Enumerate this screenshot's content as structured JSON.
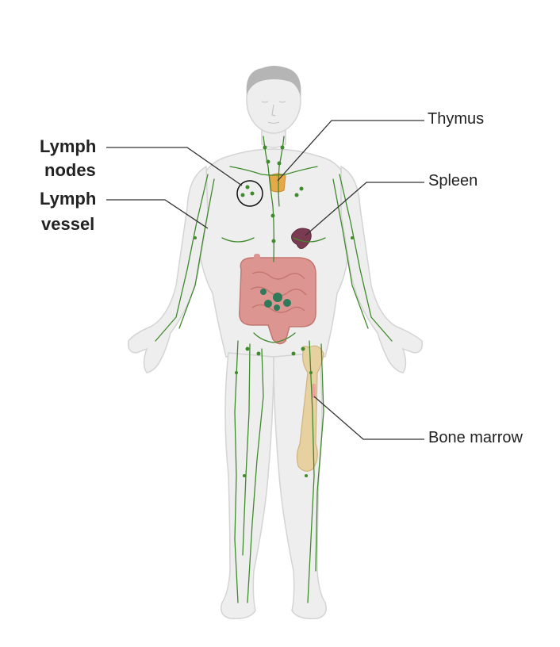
{
  "labels": {
    "lymph_nodes_line1": "Lymph",
    "lymph_nodes_line2": "nodes",
    "lymph_vessel_line1": "Lymph",
    "lymph_vessel_line2": "vessel",
    "thymus": "Thymus",
    "spleen": "Spleen",
    "bone_marrow": "Bone marrow"
  },
  "colors": {
    "body": "#eeeeee",
    "body_outline": "#d0d0d0",
    "hair": "#b5b5b5",
    "lymph": "#3f8a2c",
    "thymus": "#e5a94a",
    "spleen": "#7a3a52",
    "intestine": "#d98c85",
    "bone": "#e8d1a0",
    "leader_line": "#333333"
  }
}
